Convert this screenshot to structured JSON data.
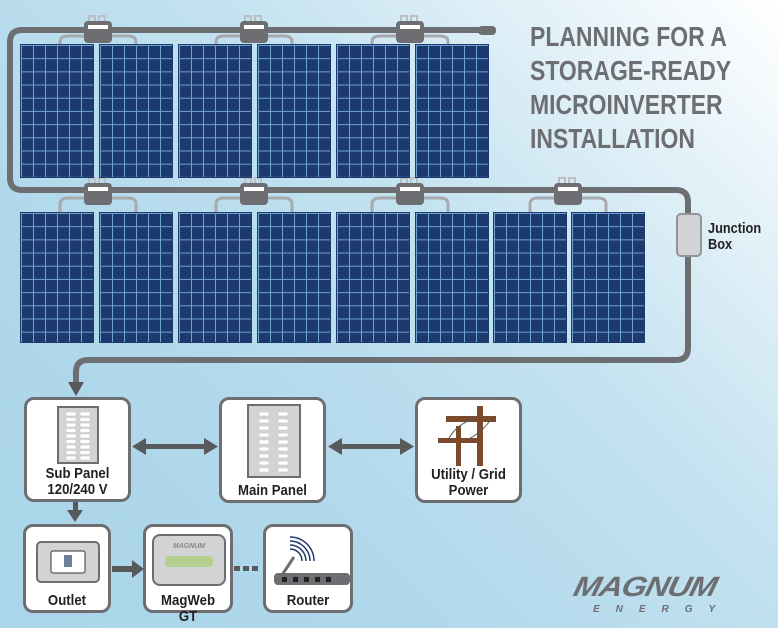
{
  "title": [
    "PLANNING FOR A",
    "STORAGE-READY",
    "MICROINVERTER",
    "INSTALLATION"
  ],
  "junction_box": {
    "line1": "Junction",
    "line2": "Box"
  },
  "boxes": {
    "sub_panel": {
      "line1": "Sub Panel",
      "line2": "120/240 V"
    },
    "main_panel": "Main Panel",
    "utility": {
      "line1": "Utility / Grid",
      "line2": "Power"
    },
    "outlet": "Outlet",
    "magweb": "MagWeb GT",
    "router": "Router"
  },
  "logo": {
    "brand": "MAGNUM",
    "sub": "ENERGY"
  },
  "colors": {
    "panel": "#1d3a6e",
    "cable": "#6d6e71",
    "arrow": "#58595b"
  }
}
